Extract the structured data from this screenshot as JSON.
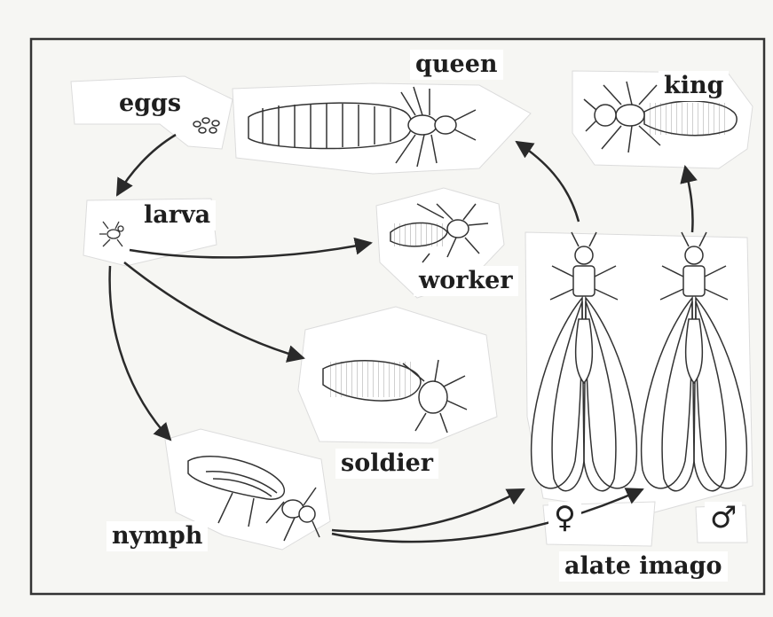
{
  "diagram": {
    "labels": {
      "eggs": "eggs",
      "queen": "queen",
      "king": "king",
      "larva": "larva",
      "worker": "worker",
      "soldier": "soldier",
      "nymph": "nymph",
      "alate_imago": "alate imago"
    },
    "symbols": {
      "female": "♀",
      "male": "♂"
    }
  },
  "colors": {
    "background": "#f6f6f3",
    "frame": "#333333",
    "ink": "#1e1e1e",
    "cutout": "#ffffff"
  }
}
